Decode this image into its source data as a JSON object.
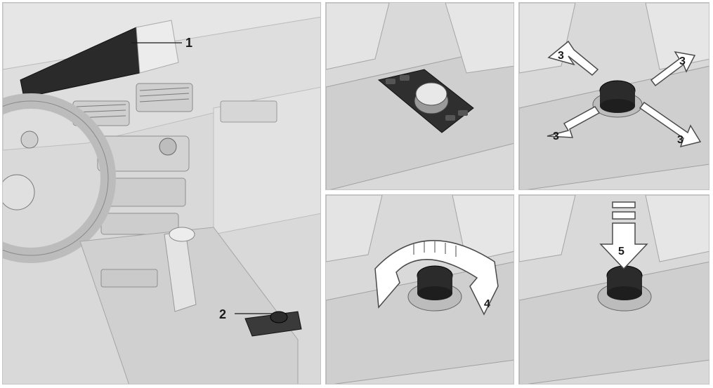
{
  "callouts": {
    "screen": "1",
    "controller": "2",
    "tilt": "3",
    "turn": "4",
    "press": "5"
  },
  "colors": {
    "background": "#d9d9d9",
    "screen": "#2a2a2a",
    "knob": "#2b2b2b",
    "arrow_fill": "#ffffff",
    "arrow_stroke": "#4a4a4a"
  },
  "icons": {
    "controller_knob": "rotary-knob-icon",
    "tilt_arrow": "arrow-outline-icon",
    "turn_arrow": "curved-arrow-icon",
    "press_arrow": "down-arrow-icon"
  }
}
